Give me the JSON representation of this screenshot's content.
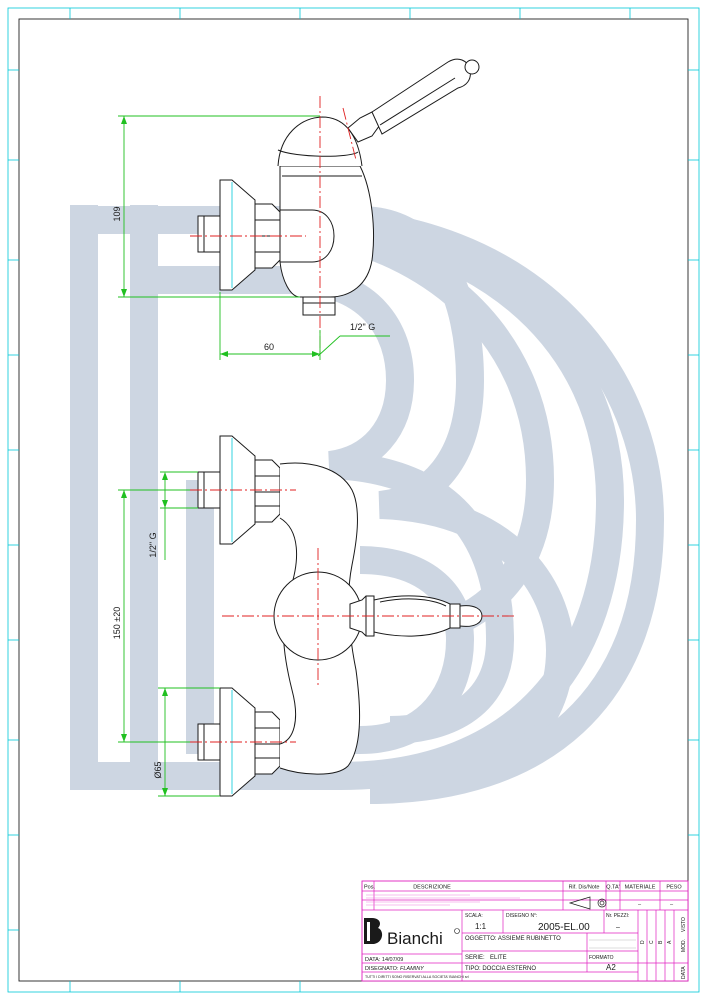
{
  "dimensions": {
    "height_top": "109",
    "thread_top": "1/2\" G",
    "width_60": "60",
    "thread_bottom": "1/2\" G",
    "spacing": "150 ±20",
    "diameter": "Ø65"
  },
  "title_block": {
    "header_pos": "Pos.",
    "header_descrizione": "DESCRIZIONE",
    "header_rif": "Rif. Dis/Note",
    "header_qta": "Q.TA'",
    "header_materiale": "MATERIALE",
    "header_peso": "PESO",
    "dash1": "–",
    "dash2": "–",
    "brand": "Bianchi",
    "scala_label": "SCALA:",
    "scala_value": "1:1",
    "disegno_label": "DISEGNO N°:",
    "disegno_value": "2005-EL.00",
    "pezzi_label": "Nr. PEZZI:",
    "pezzi_value": "–",
    "oggetto": "OGGETTO: ASSIEME RUBINETTO",
    "serie_label": "SERIE:",
    "serie_value": "ELITE",
    "tipo": "TIPO: DOCCIA ESTERNO",
    "formato_label": "FORMATO",
    "formato_value": "A2",
    "data": "DATA: 14/07/09",
    "disegnato_label": "DISEGNATO:",
    "disegnato_value": "FLAMINY",
    "copyright": "TUTTI I DIRITTI SONO RISERVATI ALLA SOCIETA' BIANCHI srl",
    "rev_letters": [
      "D",
      "C",
      "B",
      "A"
    ],
    "mod_label": "MOD.",
    "visto_label": "VISTO",
    "data_label": "DATA"
  },
  "colors": {
    "border": "#00c8d8",
    "titleblock": "#e020c0",
    "dimension": "#20c020",
    "centerline": "#e02020",
    "outline": "#1a1a1a",
    "watermark": "#cdd6e2"
  }
}
